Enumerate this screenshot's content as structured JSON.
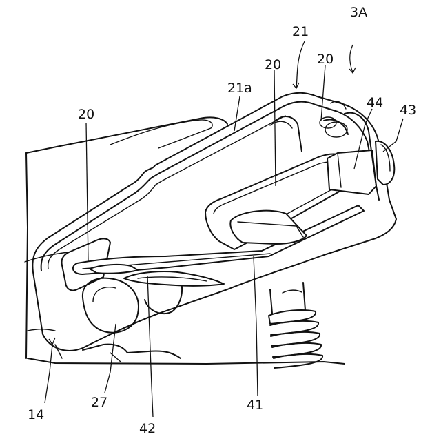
{
  "figure": {
    "assembly_label": "3A",
    "labels": {
      "l21": "21",
      "l20_top_right": "20",
      "l20_mid": "20",
      "l21a": "21a",
      "l44": "44",
      "l43": "43",
      "l20_left": "20",
      "l14": "14",
      "l27": "27",
      "l42": "42",
      "l41": "41"
    }
  }
}
